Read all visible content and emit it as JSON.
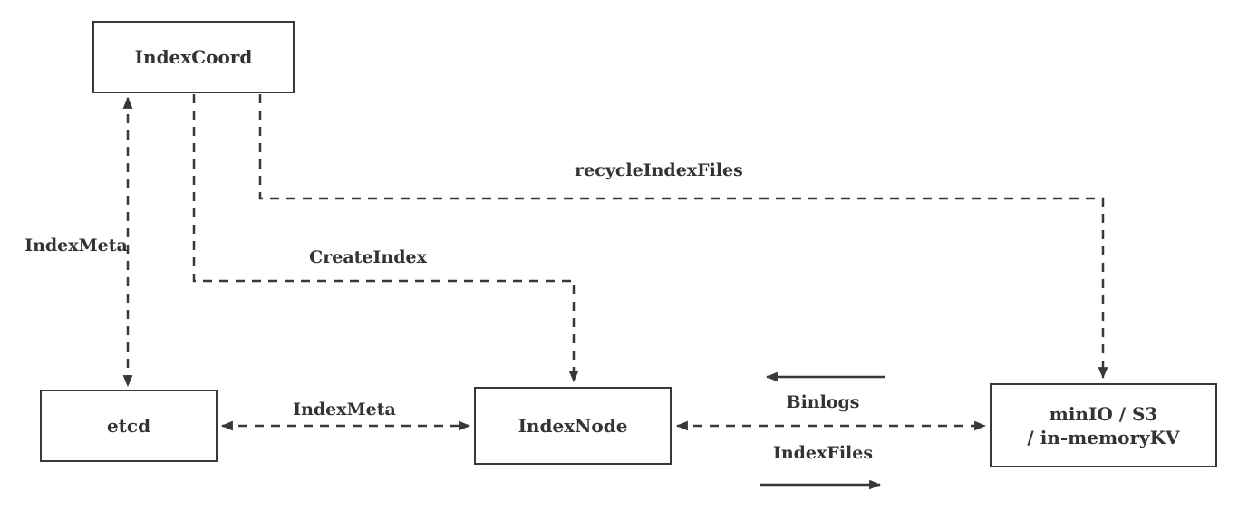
{
  "diagram": {
    "nodes": {
      "index_coord": {
        "label": "IndexCoord"
      },
      "etcd": {
        "label": "etcd"
      },
      "index_node": {
        "label": "IndexNode"
      },
      "storage": {
        "label_line1": "minIO / S3",
        "label_line2": "/ in-memoryKV"
      }
    },
    "edge_labels": {
      "index_meta_coord_etcd": "IndexMeta",
      "create_index": "CreateIndex",
      "recycle_index_files": "recycleIndexFiles",
      "index_meta_etcd_node": "IndexMeta",
      "binlogs": "Binlogs",
      "index_files": "IndexFiles"
    },
    "colors": {
      "stroke": "#383838",
      "text": "#333333",
      "background": "#ffffff"
    }
  }
}
